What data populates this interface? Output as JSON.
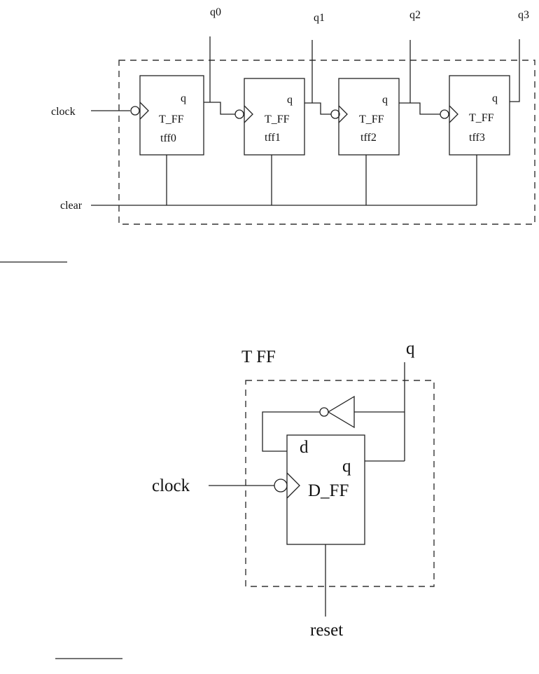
{
  "counter": {
    "outputs": [
      "q0",
      "q1",
      "q2",
      "q3"
    ],
    "clock_label": "clock",
    "clear_label": "clear",
    "flip_flops": [
      {
        "port": "q",
        "type": "T_FF",
        "instance": "tff0"
      },
      {
        "port": "q",
        "type": "T_FF",
        "instance": "tff1"
      },
      {
        "port": "q",
        "type": "T_FF",
        "instance": "tff2"
      },
      {
        "port": "q",
        "type": "T_FF",
        "instance": "tff3"
      }
    ]
  },
  "tff": {
    "title": "T FF",
    "output_label": "q",
    "d_label": "d",
    "q_port_label": "q",
    "dff_label": "D_FF",
    "clock_label": "clock",
    "reset_label": "reset"
  }
}
